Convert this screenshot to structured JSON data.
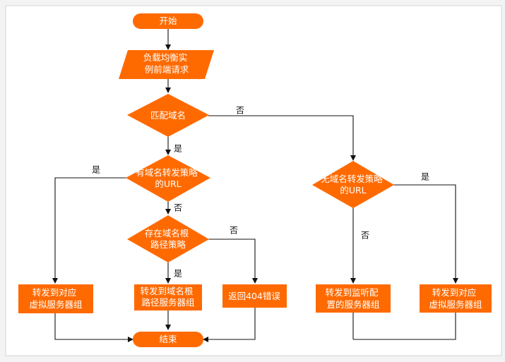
{
  "diagram": {
    "nodes": {
      "start": {
        "lines": [
          "开始"
        ]
      },
      "request": {
        "lines": [
          "负载均衡实",
          "例前端请求"
        ]
      },
      "match_domain": {
        "lines": [
          "匹配域名"
        ]
      },
      "has_domain_policy": {
        "lines": [
          "有域名转发策略",
          "的URL"
        ]
      },
      "no_domain_policy": {
        "lines": [
          "无域名转发策略",
          "的URL"
        ]
      },
      "domain_root_policy": {
        "lines": [
          "存在域名根",
          "路径策略"
        ]
      },
      "fwd_vsg_left": {
        "lines": [
          "转发到对应",
          "虚拟服务器组"
        ]
      },
      "fwd_root_group": {
        "lines": [
          "转发到域名根",
          "路径服务器组"
        ]
      },
      "return_404": {
        "lines": [
          "返回404错误"
        ]
      },
      "fwd_listener_group": {
        "lines": [
          "转发到监听配",
          "置的服务器组"
        ]
      },
      "fwd_vsg_right": {
        "lines": [
          "转发到对应",
          "虚拟服务器组"
        ]
      },
      "end": {
        "lines": [
          "结束"
        ]
      }
    },
    "edge_labels": {
      "match_yes": "是",
      "match_no": "否",
      "has_policy_yes": "是",
      "has_policy_no": "否",
      "root_policy_yes": "是",
      "root_policy_no": "否",
      "no_policy_yes": "是",
      "no_policy_no": "否"
    },
    "colors": {
      "node_fill": "#ff6a00",
      "node_text": "#ffffff",
      "edge": "#111111"
    }
  }
}
